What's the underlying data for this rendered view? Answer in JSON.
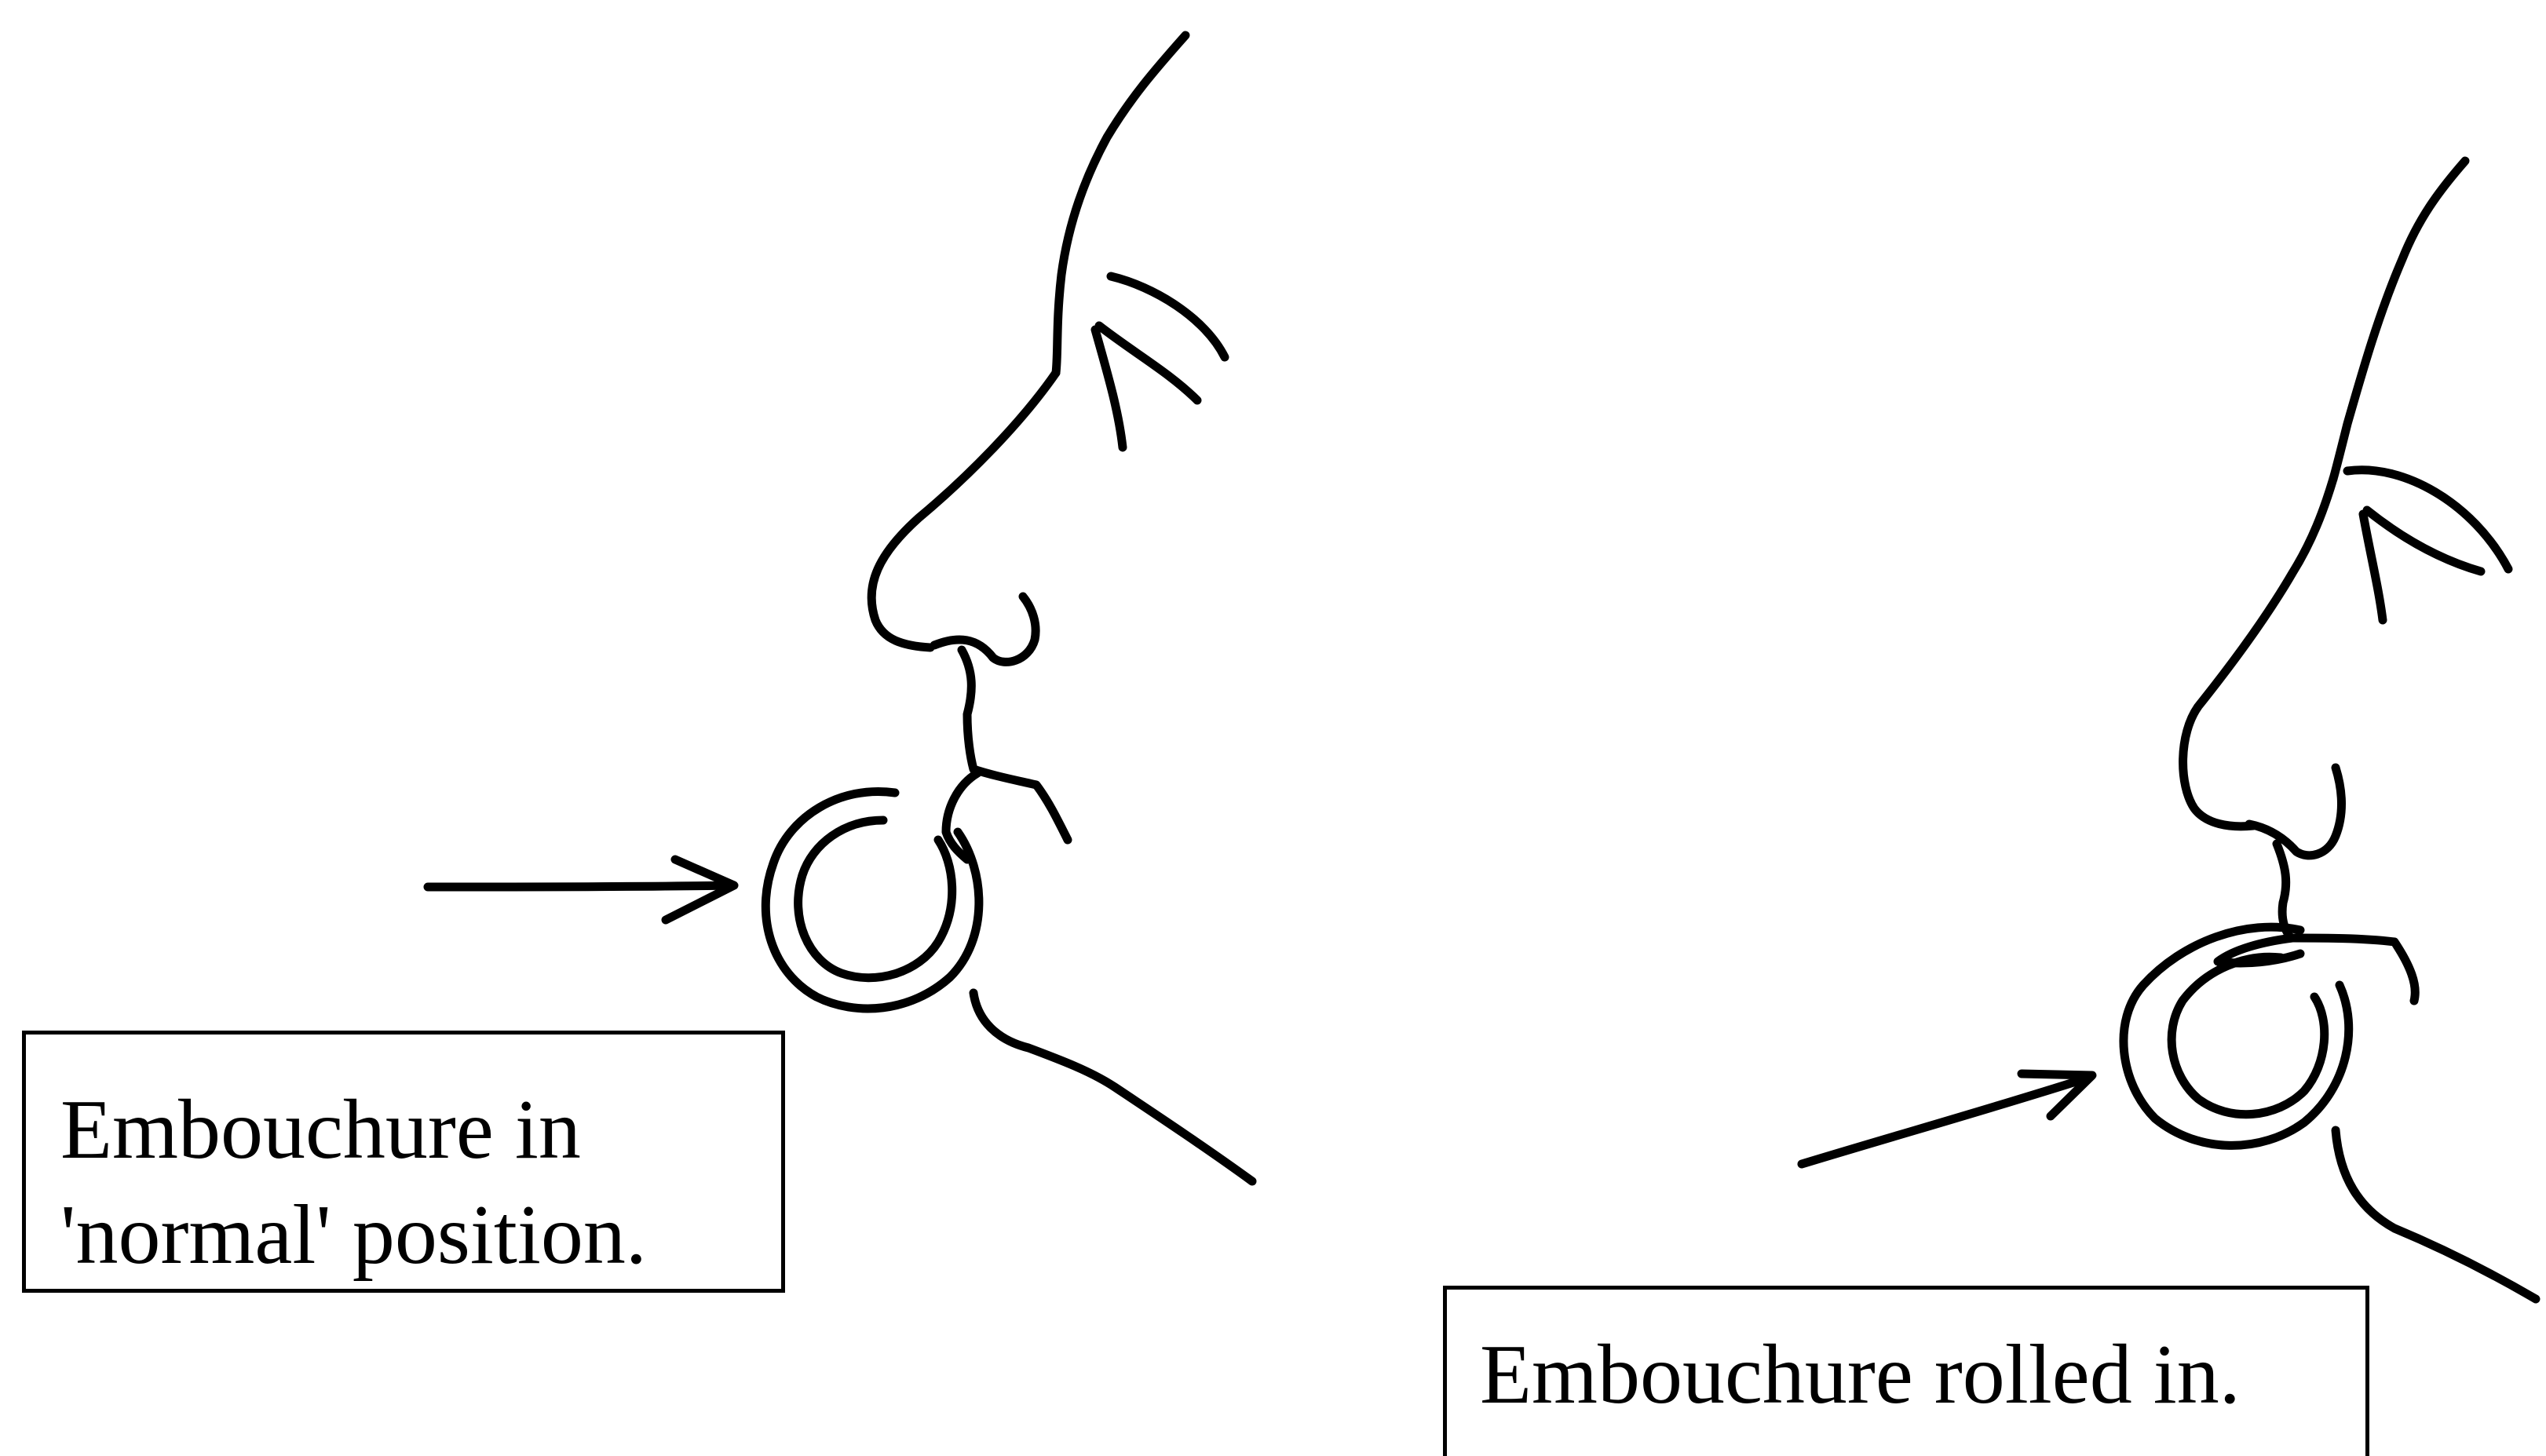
{
  "labels": {
    "normal": {
      "line1": "Embouchure in",
      "line2": "'normal' position."
    },
    "rolled": {
      "line1": "Embouchure rolled in."
    }
  },
  "colors": {
    "ink": "#000000",
    "background": "#ffffff"
  }
}
